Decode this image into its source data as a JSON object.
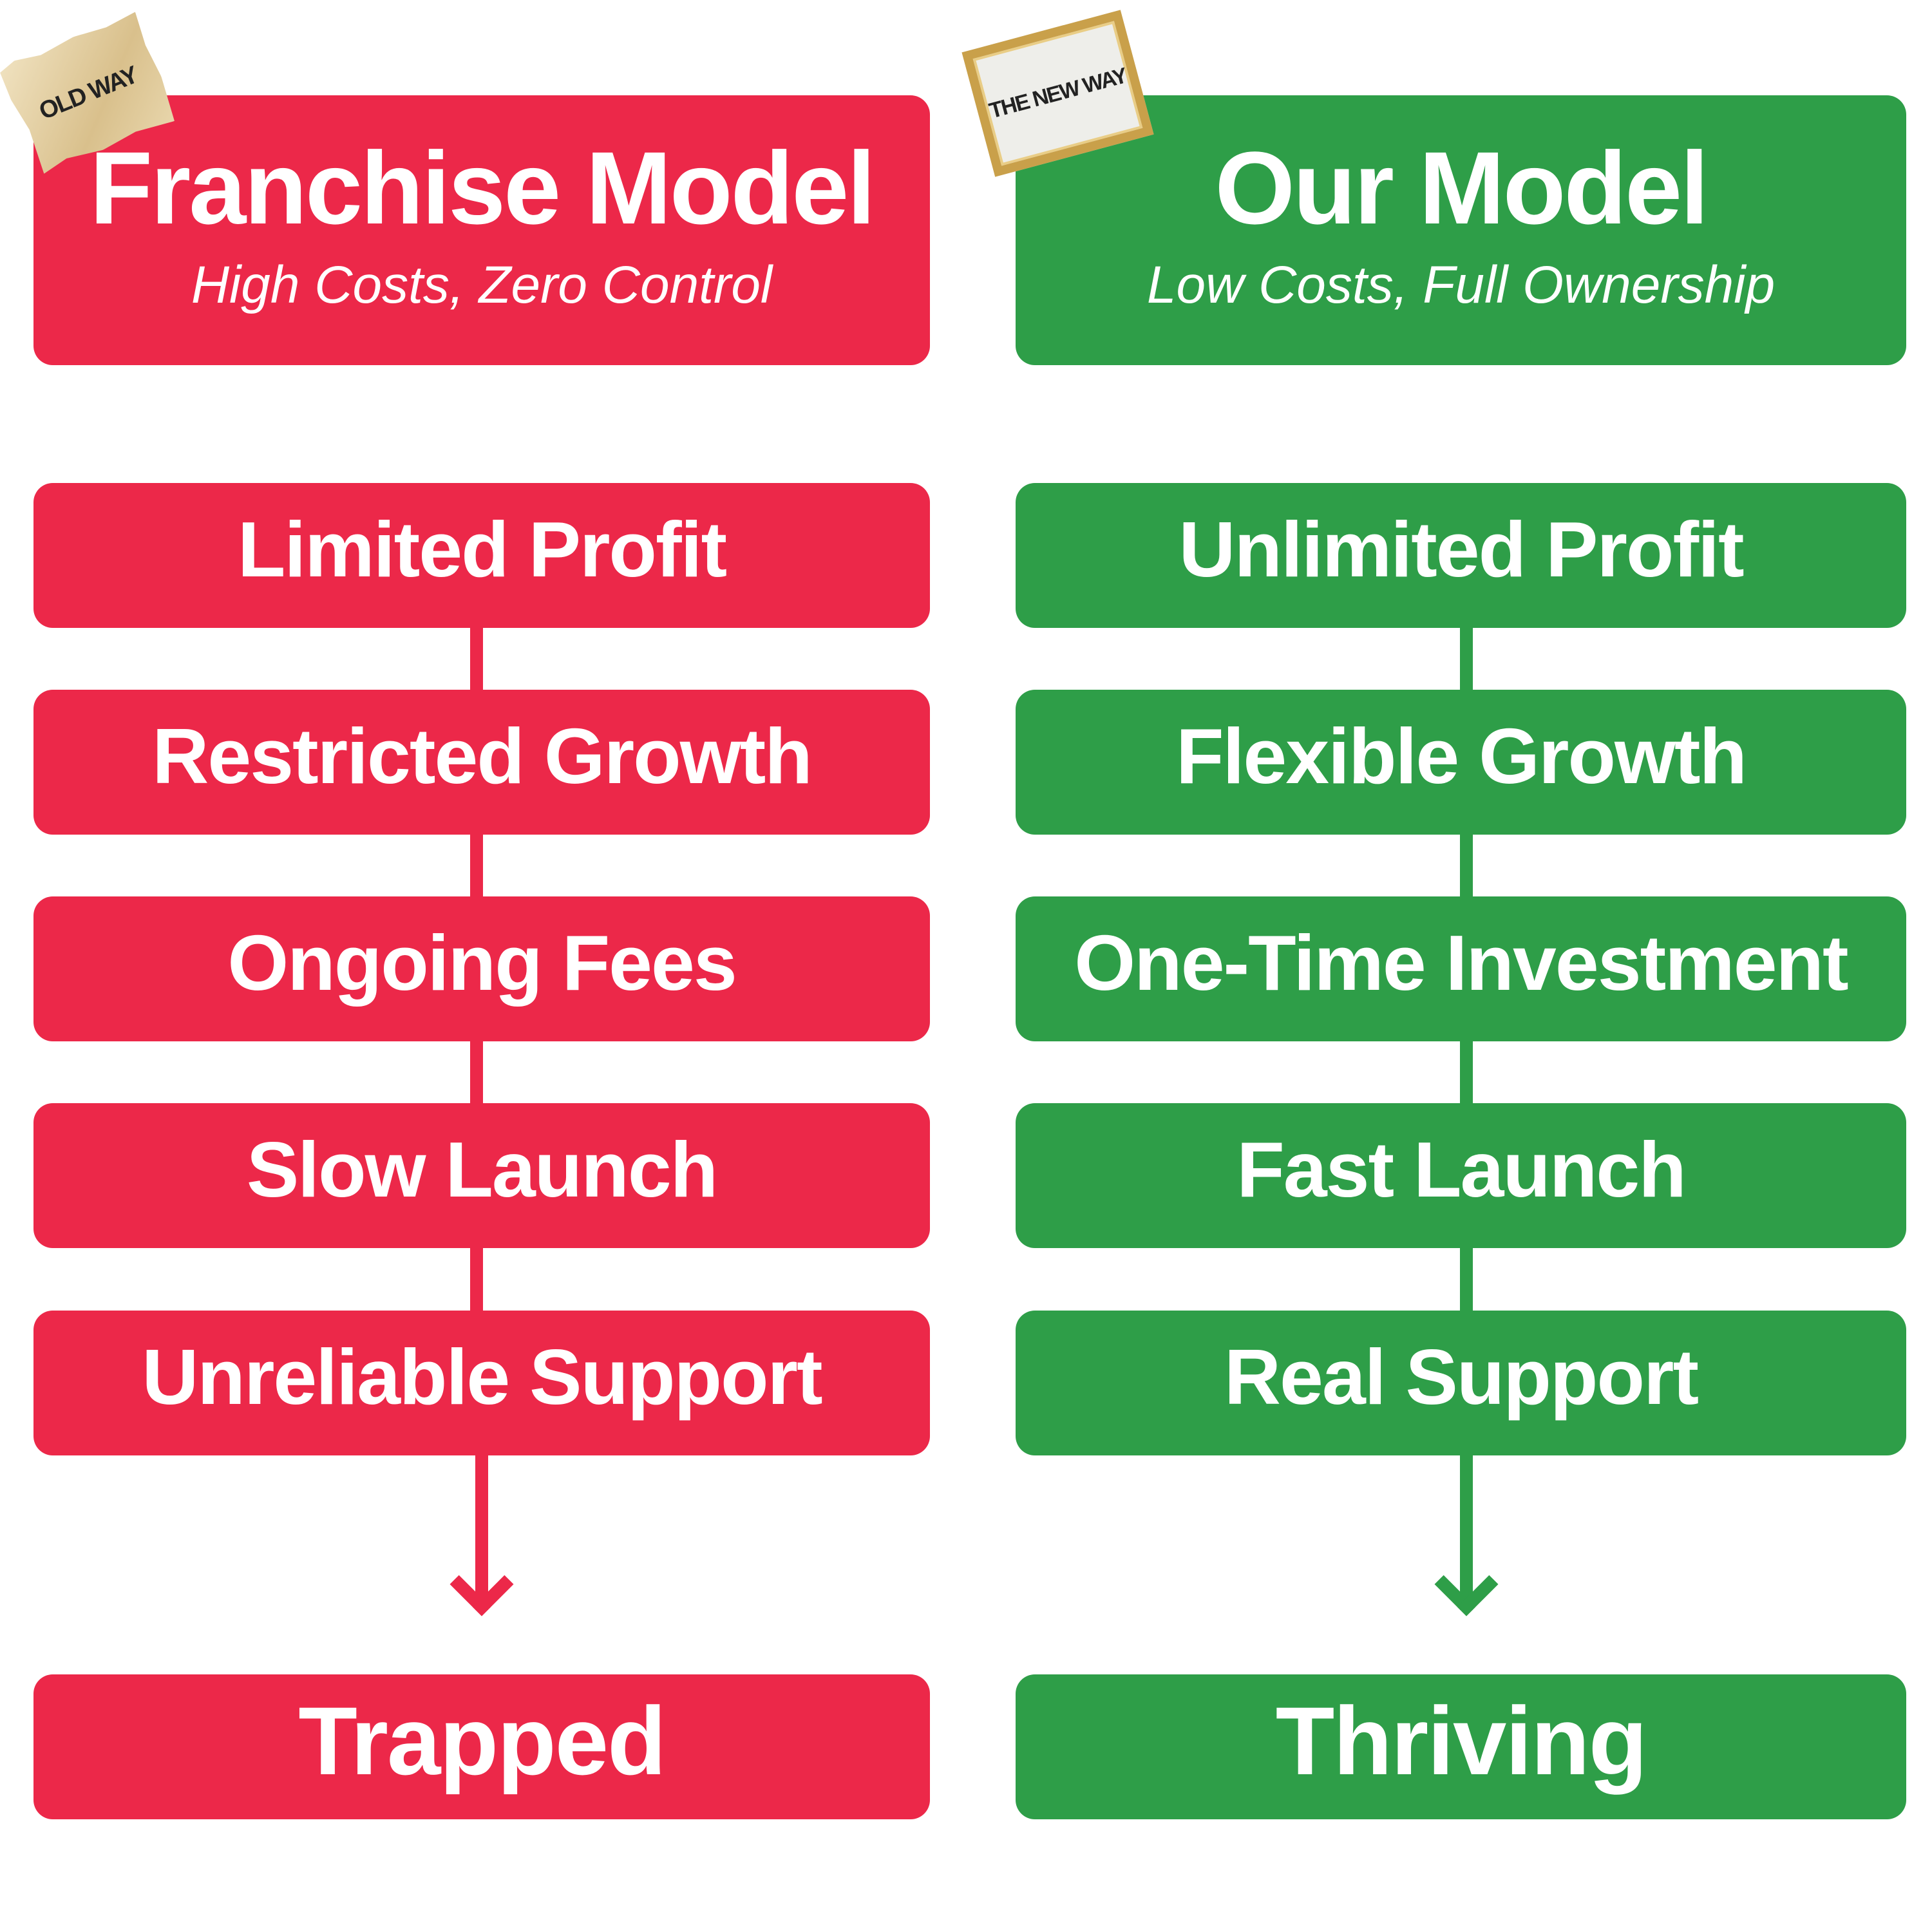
{
  "colors": {
    "old": "#EC2849",
    "new": "#2E9E48"
  },
  "left": {
    "badge": "OLD WAY",
    "title": "Franchise Model",
    "subtitle": "High Costs, Zero Control",
    "steps": [
      "Limited Profit",
      "Restricted Growth",
      "Ongoing Fees",
      "Slow Launch",
      "Unreliable Support"
    ],
    "outcome": "Trapped"
  },
  "right": {
    "badge": "THE NEW WAY",
    "title": "Our Model",
    "subtitle": "Low Costs, Full Ownership",
    "steps": [
      "Unlimited Profit",
      "Flexible Growth",
      "One-Time Investment",
      "Fast Launch",
      "Real Support"
    ],
    "outcome": "Thriving"
  }
}
